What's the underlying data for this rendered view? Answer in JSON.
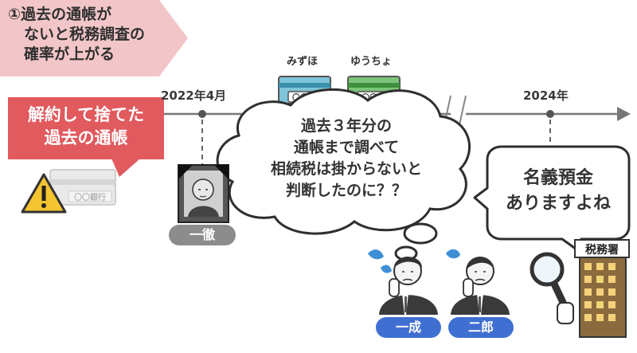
{
  "caption": {
    "line1": "①過去の通帳が",
    "line2": "ないと税務調査の",
    "line3": "確率が上がる"
  },
  "red_callout": {
    "line1": "解約して捨てた",
    "line2": "過去の通帳"
  },
  "timeline": {
    "start_label": "2022年4月",
    "end_label": "2024年"
  },
  "banks": {
    "mizuho_name": "みずほ",
    "yucho_name": "ゆうちょ",
    "passbook_text": "〇〇銀行",
    "mizuho_color": "#7fc4d8",
    "yucho_color": "#7cc47a"
  },
  "thought_bubble": {
    "line1": "過去３年分の",
    "line2": "通帳まで調べて",
    "line3": "相続税は掛からないと",
    "line4": "判断したのに？？"
  },
  "speech_bubble": {
    "line1": "名義預金",
    "line2": "ありますよね"
  },
  "people": {
    "deceased": "一徹",
    "heir1": "一成",
    "heir2": "二郎"
  },
  "office": {
    "sign": "税務署"
  },
  "colors": {
    "caption_bg": "#f2c6c8",
    "red": "#e05a5e",
    "pill_gray": "#8c8c8c",
    "pill_blue": "#3f6fd1",
    "sweat_blue": "#3d8fd6"
  }
}
